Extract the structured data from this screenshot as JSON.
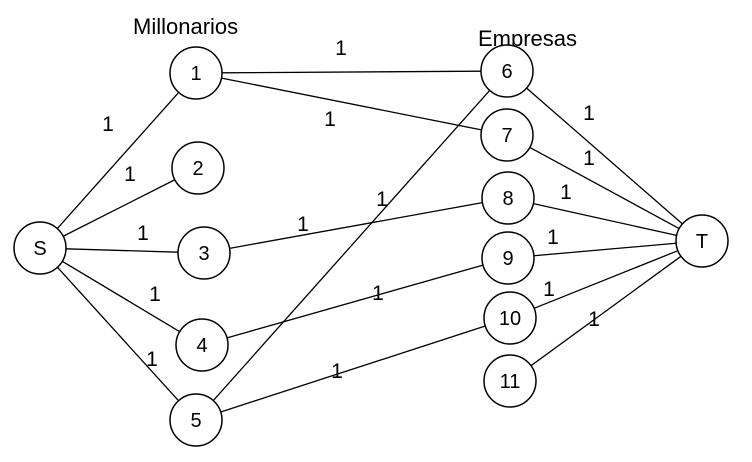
{
  "headers": {
    "left": "Millonarios",
    "right": "Empresas"
  },
  "nodes": [
    {
      "id": "S",
      "label": "S"
    },
    {
      "id": "1",
      "label": "1"
    },
    {
      "id": "2",
      "label": "2"
    },
    {
      "id": "3",
      "label": "3"
    },
    {
      "id": "4",
      "label": "4"
    },
    {
      "id": "5",
      "label": "5"
    },
    {
      "id": "6",
      "label": "6"
    },
    {
      "id": "7",
      "label": "7"
    },
    {
      "id": "8",
      "label": "8"
    },
    {
      "id": "9",
      "label": "9"
    },
    {
      "id": "10",
      "label": "10"
    },
    {
      "id": "11",
      "label": "11"
    },
    {
      "id": "T",
      "label": "T"
    }
  ],
  "edges": [
    {
      "from": "S",
      "to": "1",
      "label": "1"
    },
    {
      "from": "S",
      "to": "2",
      "label": "1"
    },
    {
      "from": "S",
      "to": "3",
      "label": "1"
    },
    {
      "from": "S",
      "to": "4",
      "label": "1"
    },
    {
      "from": "S",
      "to": "5",
      "label": "1"
    },
    {
      "from": "1",
      "to": "6",
      "label": "1"
    },
    {
      "from": "1",
      "to": "7",
      "label": "1"
    },
    {
      "from": "3",
      "to": "8",
      "label": "1"
    },
    {
      "from": "4",
      "to": "9",
      "label": "1"
    },
    {
      "from": "5",
      "to": "6",
      "label": "1"
    },
    {
      "from": "5",
      "to": "10",
      "label": "1"
    },
    {
      "from": "6",
      "to": "T",
      "label": "1"
    },
    {
      "from": "7",
      "to": "T",
      "label": "1"
    },
    {
      "from": "8",
      "to": "T",
      "label": "1"
    },
    {
      "from": "9",
      "to": "T",
      "label": "1"
    },
    {
      "from": "10",
      "to": "T",
      "label": "1"
    },
    {
      "from": "11",
      "to": "T",
      "label": "1"
    }
  ]
}
